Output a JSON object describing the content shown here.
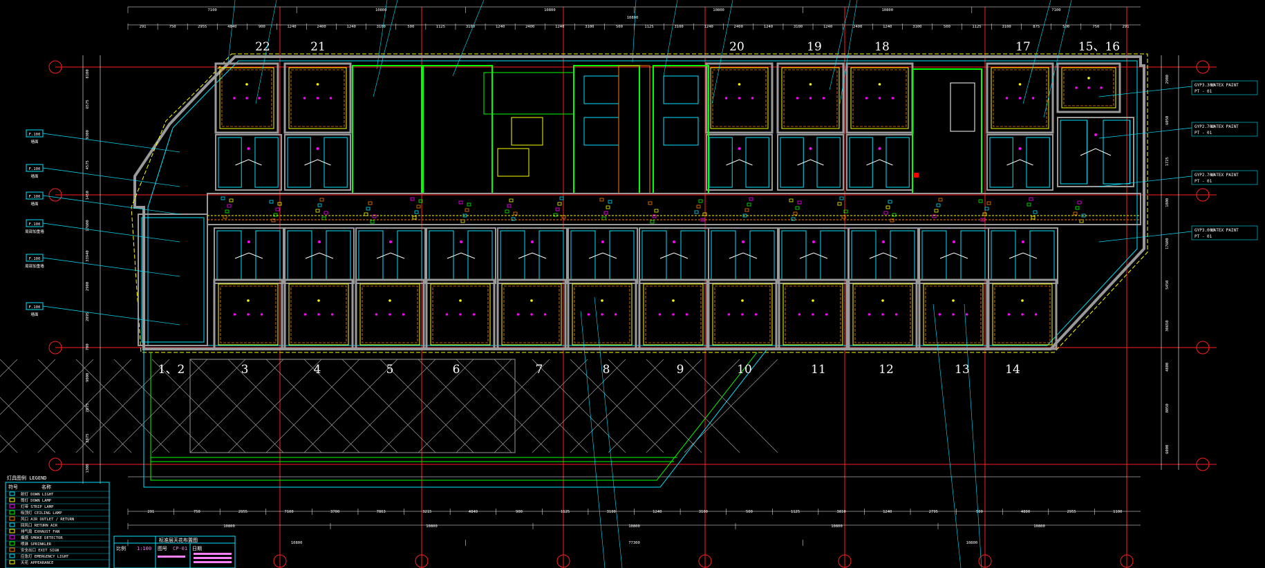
{
  "colors": {
    "background": "#000000",
    "grid_axis": "#ff2020",
    "dimension": "#ffffff",
    "wall": "#9a9a9a",
    "cyan": "#00e5ff",
    "yellow": "#ffff00",
    "magenta": "#ff00ff",
    "green": "#00ff00",
    "orange": "#ff8000",
    "blue": "#2060ff"
  },
  "room_numbers_top": [
    "22",
    "21",
    "20",
    "19",
    "18",
    "17",
    "15、16"
  ],
  "room_numbers_bottom": [
    "1、2",
    "3",
    "4",
    "5",
    "6",
    "7",
    "8",
    "9",
    "10",
    "11",
    "12",
    "13",
    "14"
  ],
  "top_dims_row1": [
    "7100",
    "10800",
    "10800",
    "10800",
    "10800",
    "7100"
  ],
  "top_dims_overall": "10800",
  "top_dims_row2": [
    "291",
    "750",
    "2955",
    "4840",
    "900",
    "1240",
    "2400",
    "1240",
    "3100",
    "500",
    "1125",
    "3100",
    "1240",
    "2400",
    "1240",
    "3100",
    "500",
    "1125",
    "3100",
    "1240",
    "2400",
    "1240",
    "3100",
    "1240",
    "2400",
    "1240",
    "3100",
    "500",
    "1125",
    "3100",
    "875",
    "500",
    "750",
    "291"
  ],
  "bottom_dims_row1": [
    "291",
    "750",
    "2955",
    "7100",
    "3700",
    "7863",
    "3215",
    "4840",
    "900",
    "1125",
    "3100",
    "1240",
    "3100",
    "500",
    "1125",
    "3810",
    "1240",
    "2795",
    "500",
    "4800",
    "2955",
    "1100"
  ],
  "bottom_dims_row2": [
    "10800",
    "10800",
    "10800",
    "10800",
    "10800"
  ],
  "bottom_dims_row3": [
    "10800",
    "77300",
    "10800"
  ],
  "left_dims": [
    "8100",
    "6575",
    "9300",
    "4575",
    "1450",
    "17600",
    "33940",
    "2900",
    "2895",
    "700",
    "9000",
    "2875",
    "2875",
    "1300"
  ],
  "right_dims": [
    "2900",
    "6050",
    "1725",
    "1800",
    "17600",
    "5450",
    "30650",
    "4800",
    "8050",
    "6000"
  ],
  "legend_left_items": [
    {
      "code": "F.100",
      "text": "墙面"
    },
    {
      "code": "F.100",
      "text": "墙面"
    },
    {
      "code": "F.100",
      "text": "墙面"
    },
    {
      "code": "F.100",
      "text": "局部加重墙"
    },
    {
      "code": "F.100",
      "text": "局部加重墙"
    },
    {
      "code": "F.100",
      "text": "墙面"
    }
  ],
  "legend_right_items": [
    {
      "code": "GYP3.300",
      "text": "LATEX PAINT",
      "sub": "PT - 01"
    },
    {
      "code": "GYP2.700",
      "text": "LATEX PAINT",
      "sub": "PT - 01"
    },
    {
      "code": "GYP2.700",
      "text": "LATEX PAINT",
      "sub": "PT - 01"
    },
    {
      "code": "GYP3.000",
      "text": "LATEX PAINT",
      "sub": "PT - 01"
    }
  ],
  "symbol_legend": {
    "title": "灯具图例 LEGEND",
    "header": [
      "符号",
      "名称"
    ],
    "rows": [
      "射灯 DOWN LIGHT",
      "筒灯 DOWN LAMP",
      "灯带 STRIP LAMP",
      "吸顶灯 CEILING LAMP",
      "风口 AIR OUTLET / RETURN",
      "回风口 RETURN AIR",
      "排气扇 EXHAUST FAN",
      "烟感 SMOKE DETECTOR",
      "喷淋 SPRINKLER",
      "安全出口 EXIT SIGN",
      "应急灯 EMERGENCY LIGHT",
      "天花 APPEARANCE"
    ]
  },
  "title_block": {
    "drawing_name": "标准层天花布置图",
    "scale_label": "比例",
    "scale": "1:100",
    "drawing_no_label": "图号",
    "drawing_no": "CP-01",
    "date_label": "日期"
  }
}
